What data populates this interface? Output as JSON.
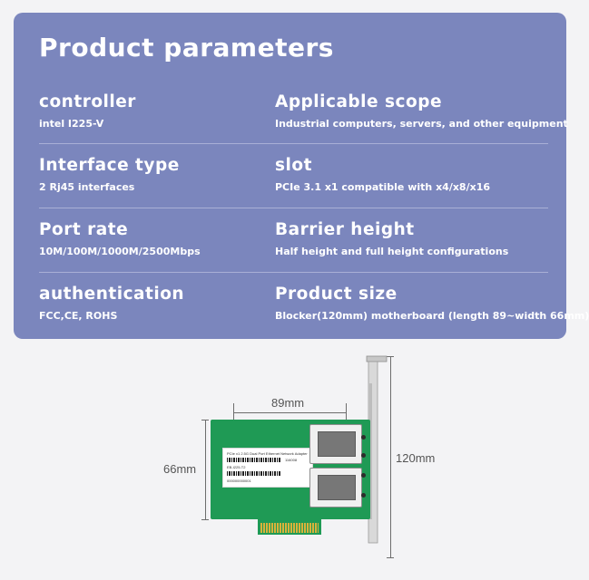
{
  "panel": {
    "title": "Product parameters"
  },
  "params": [
    {
      "label": "controller",
      "value": "intel I225-V"
    },
    {
      "label": "Applicable scope",
      "value": "Industrial computers, servers, and other equipment"
    },
    {
      "label": "Interface type",
      "value": " 2 Rj45 interfaces"
    },
    {
      "label": "slot",
      "value": "PCIe 3.1 x1 compatible with x4/x8/x16"
    },
    {
      "label": "Port rate",
      "value": "10M/100M/1000M/2500Mbps"
    },
    {
      "label": "Barrier height",
      "value": "Half height and full height configurations"
    },
    {
      "label": "authentication",
      "value": "FCC,CE, ROHS"
    },
    {
      "label": "Product size",
      "value": "Blocker(120mm) motherboard (length 89~width 66mm)"
    }
  ],
  "dimensions": {
    "length": "89mm",
    "width": "66mm",
    "bracket": "120mm"
  },
  "card_label": {
    "line1": "PCIe x1 2.5G Dual Port Ethernet Network Adapter",
    "line2": "116008",
    "line3": "EB-I225-T2",
    "line4": "000000000001"
  },
  "colors": {
    "panel": "#7b86bd",
    "pcb": "#1f9a55",
    "text": "#ffffff"
  }
}
